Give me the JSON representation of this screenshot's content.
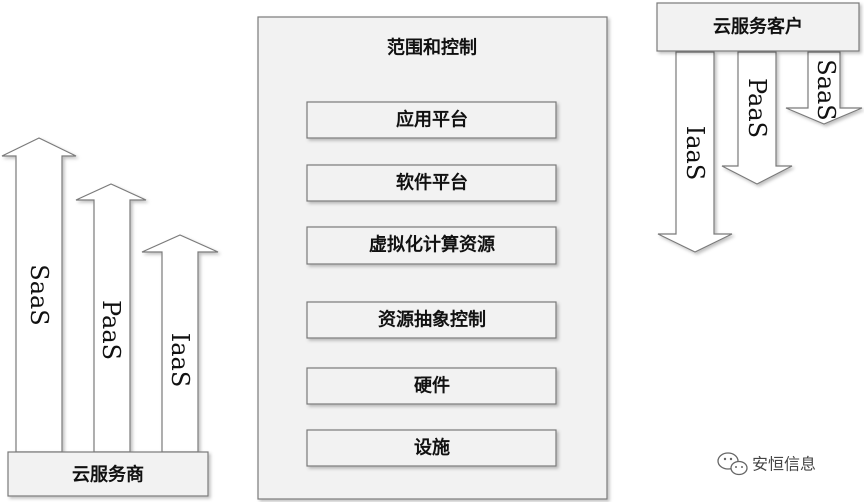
{
  "provider": {
    "label": "云服务商"
  },
  "customer": {
    "label": "云服务客户"
  },
  "scope": {
    "title": "范围和控制",
    "layers": [
      "应用平台",
      "软件平台",
      "虚拟化计算资源",
      "资源抽象控制",
      "硬件",
      "设施"
    ]
  },
  "provider_arrows": [
    "SaaS",
    "PaaS",
    "IaaS"
  ],
  "customer_arrows": [
    "IaaS",
    "PaaS",
    "SaaS"
  ],
  "watermark": {
    "text": "安恒信息",
    "icon": "wechat-icon"
  },
  "colors": {
    "fill": "#f2f2f2",
    "stroke": "#7a7a7a",
    "text": "#111111"
  }
}
